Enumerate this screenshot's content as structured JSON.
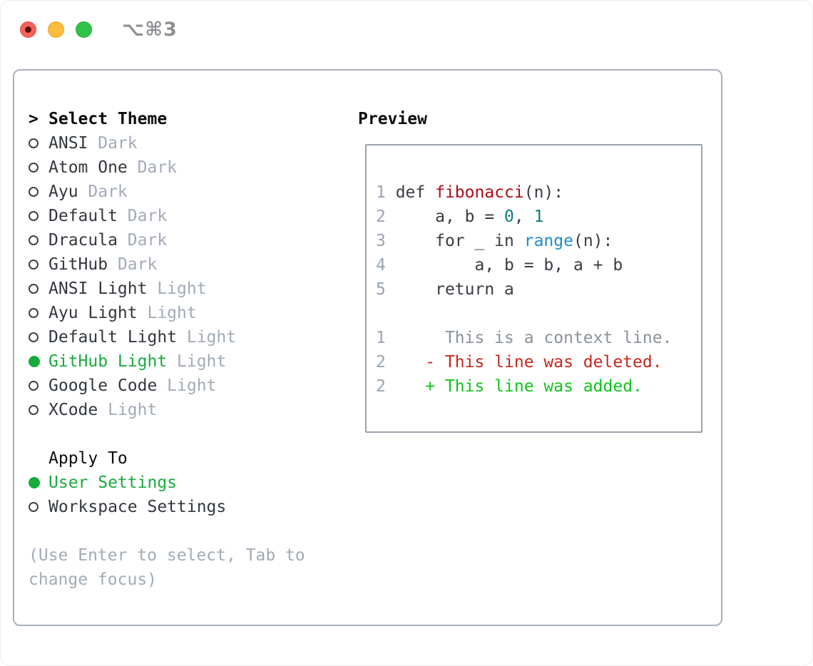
{
  "window": {
    "shortcut": "⌥⌘3"
  },
  "colors": {
    "heading": "#0c0d0f",
    "text_dark": "#33383e",
    "muted": "#a2abb6",
    "selected_green": "#17ab3c",
    "panel_border": "#a9b1ba",
    "preview_border": "#9aa2ac",
    "line_number": "#9aa4b0",
    "code": "#383d44",
    "function_red": "#b00b16",
    "number_teal": "#0e7c80",
    "builtin_blue": "#1f8ccc",
    "context_gray": "#8b9299",
    "deleted_red": "#c5271c",
    "added_green": "#0fc41c",
    "traffic_red": "#f4635a",
    "traffic_red_dot": "#5f0e08",
    "traffic_yellow": "#fcbd3e",
    "traffic_green": "#2fc248",
    "shortcut_gray": "#8e9094"
  },
  "theme_picker": {
    "title_prefix": ">",
    "title": "Select Theme",
    "themes": [
      {
        "name": "ANSI",
        "variant": "Dark",
        "selected": false
      },
      {
        "name": "Atom One",
        "variant": "Dark",
        "selected": false
      },
      {
        "name": "Ayu",
        "variant": "Dark",
        "selected": false
      },
      {
        "name": "Default",
        "variant": "Dark",
        "selected": false
      },
      {
        "name": "Dracula",
        "variant": "Dark",
        "selected": false
      },
      {
        "name": "GitHub",
        "variant": "Dark",
        "selected": false
      },
      {
        "name": "ANSI Light",
        "variant": "Light",
        "selected": false
      },
      {
        "name": "Ayu Light",
        "variant": "Light",
        "selected": false
      },
      {
        "name": "Default Light",
        "variant": "Light",
        "selected": false
      },
      {
        "name": "GitHub Light",
        "variant": "Light",
        "selected": true
      },
      {
        "name": "Google Code",
        "variant": "Light",
        "selected": false
      },
      {
        "name": "XCode",
        "variant": "Light",
        "selected": false
      }
    ],
    "apply_to": {
      "title": "Apply To",
      "options": [
        {
          "name": "User Settings",
          "selected": true
        },
        {
          "name": "Workspace Settings",
          "selected": false
        }
      ]
    },
    "hint_lines": [
      "(Use Enter to select, Tab to",
      "change focus)"
    ]
  },
  "preview": {
    "title": "Preview",
    "lines": [
      {
        "num": "1",
        "tokens": [
          [
            " def ",
            "code"
          ],
          [
            "fibonacci",
            "function"
          ],
          [
            "(n):",
            "code"
          ]
        ]
      },
      {
        "num": "2",
        "tokens": [
          [
            "     a, b = ",
            "code"
          ],
          [
            "0",
            "number"
          ],
          [
            ", ",
            "code"
          ],
          [
            "1",
            "number"
          ]
        ]
      },
      {
        "num": "3",
        "tokens": [
          [
            "     for _ in ",
            "code"
          ],
          [
            "range",
            "builtin"
          ],
          [
            "(n):",
            "code"
          ]
        ]
      },
      {
        "num": "4",
        "tokens": [
          [
            "         a, b = b, a + b",
            "code"
          ]
        ]
      },
      {
        "num": "5",
        "tokens": [
          [
            "     return a",
            "code"
          ]
        ]
      },
      {
        "num": "",
        "tokens": []
      },
      {
        "num": "1",
        "tokens": [
          [
            "      This is a context line.",
            "context"
          ]
        ]
      },
      {
        "num": "2",
        "tokens": [
          [
            "    ",
            "code"
          ],
          [
            "- This line was deleted.",
            "deleted"
          ]
        ]
      },
      {
        "num": "2",
        "tokens": [
          [
            "    ",
            "code"
          ],
          [
            "+ This line was added.",
            "added"
          ]
        ]
      }
    ]
  }
}
